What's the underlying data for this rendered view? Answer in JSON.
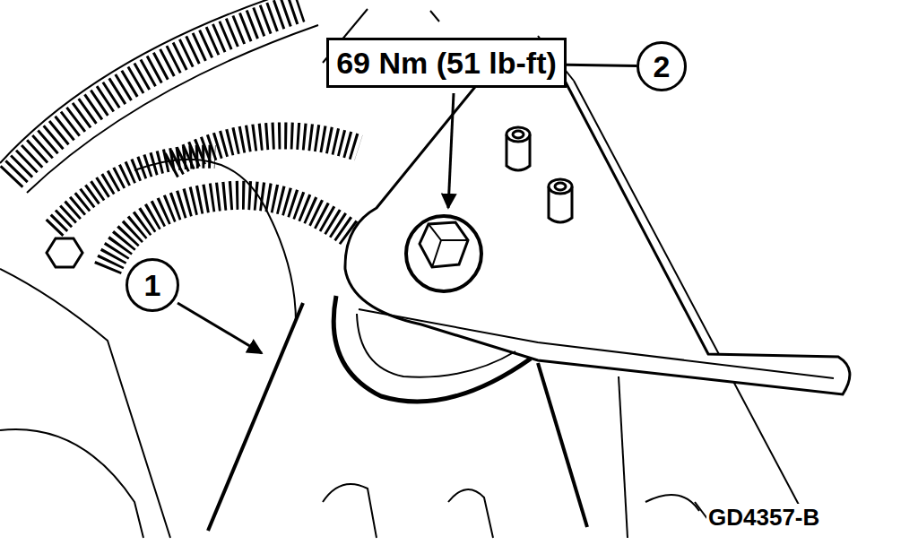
{
  "diagram": {
    "nodes": [
      {
        "text": [
          "69 Nm (51 lb-ft)"
        ]
      },
      {
        "text": [
          "2"
        ]
      },
      {
        "text": [
          "1"
        ]
      }
    ],
    "edges": [
      {
        "from": 0,
        "to": 1,
        "arrow": "none"
      }
    ],
    "labels": [
      "GD4357-B"
    ]
  }
}
